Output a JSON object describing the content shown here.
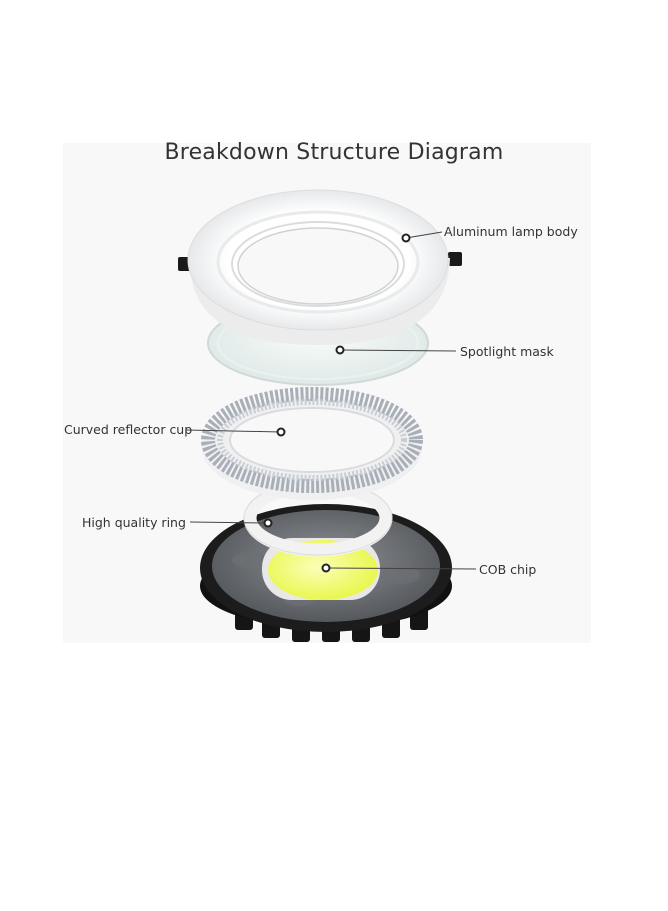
{
  "title": "Breakdown Structure Diagram",
  "callouts": {
    "lamp_body": "Aluminum lamp body",
    "spotlight_mask": "Spotlight mask",
    "reflector_cup": "Curved reflector cup",
    "quality_ring": "High quality ring",
    "cob_chip": "COB chip"
  },
  "colors": {
    "panel": "#f8f8f8",
    "housing": "#1c1c1c",
    "chip": "#f4ff6a",
    "reflector": "#b9bfc8"
  }
}
